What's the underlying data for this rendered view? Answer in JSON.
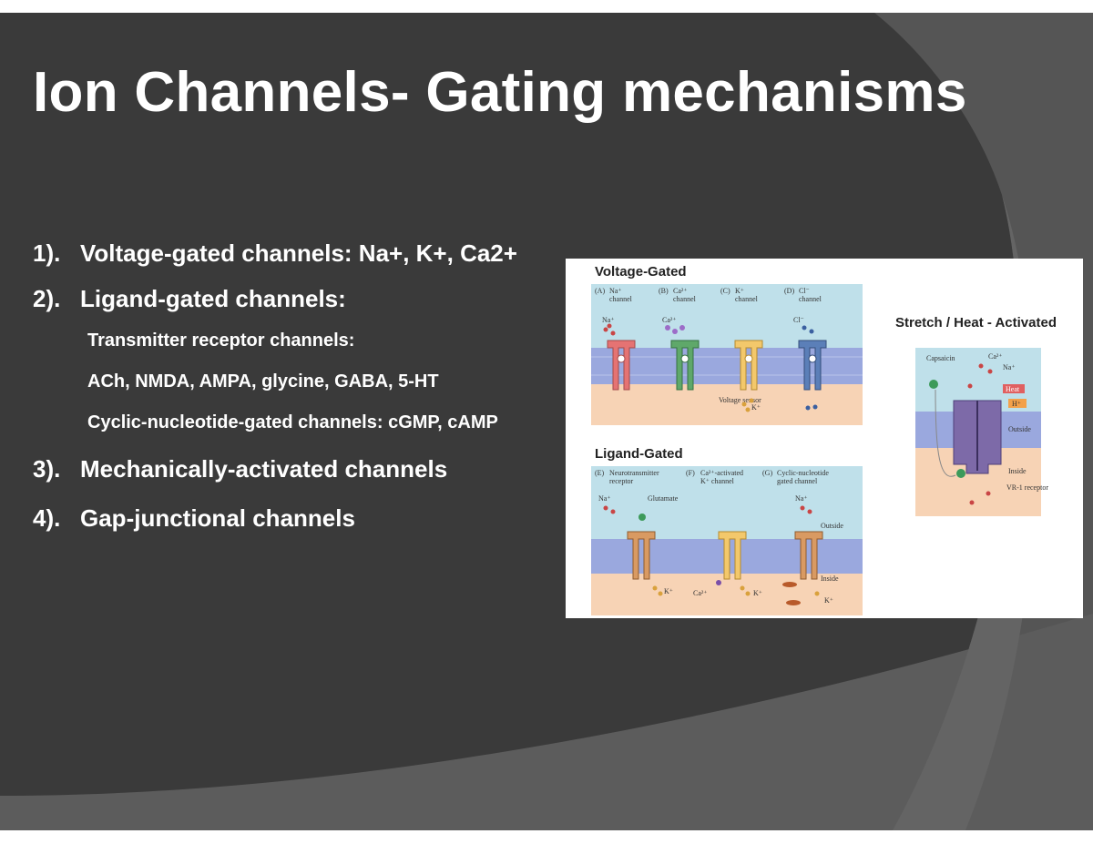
{
  "slide": {
    "title": "Ion Channels- Gating mechanisms",
    "bullets": [
      {
        "num": "1).",
        "text": "Voltage-gated channels: Na+, K+, Ca2+"
      },
      {
        "num": "2).",
        "text": "Ligand-gated channels:"
      },
      {
        "num": "3).",
        "text": "Mechanically-activated channels"
      },
      {
        "num": "4).",
        "text": "Gap-junctional channels"
      }
    ],
    "sub_items": [
      "Transmitter receptor channels:",
      "ACh, NMDA, AMPA, glycine, GABA, 5-HT",
      "Cyclic-nucleotide-gated channels: cGMP, cAMP"
    ]
  },
  "figure": {
    "voltage_gated": {
      "heading": "Voltage-Gated",
      "channels": [
        {
          "letter": "(A)",
          "name": "Na⁺",
          "sub": "channel",
          "ion": "Na⁺",
          "color": "#e57373"
        },
        {
          "letter": "(B)",
          "name": "Ca²⁺",
          "sub": "channel",
          "ion": "Ca²⁺",
          "color": "#5fa86a"
        },
        {
          "letter": "(C)",
          "name": "K⁺",
          "sub": "channel",
          "ion": "",
          "color": "#f3c86b"
        },
        {
          "letter": "(D)",
          "name": "Cl⁻",
          "sub": "channel",
          "ion": "Cl⁻",
          "color": "#5b7fb8"
        }
      ],
      "voltage_sensor": "Voltage sensor",
      "k_label": "K⁺"
    },
    "stretch": {
      "heading": "Stretch / Heat - Activated",
      "capsaicin": "Capsaicin",
      "ca": "Ca²⁺",
      "na": "Na⁺",
      "heat": "Heat",
      "h": "H⁺",
      "outside": "Outside",
      "inside": "Inside",
      "receptor": "VR-1 receptor"
    },
    "ligand_gated": {
      "heading": "Ligand-Gated",
      "channels": [
        {
          "letter": "(E)",
          "name": "Neurotransmitter",
          "sub": "receptor",
          "color": "#d99a62"
        },
        {
          "letter": "(F)",
          "name": "Ca²⁺-activated",
          "sub": "K⁺ channel",
          "color": "#f3c86b"
        },
        {
          "letter": "(G)",
          "name": "Cyclic-nucleotide",
          "sub": "gated channel",
          "color": "#d99a62"
        }
      ],
      "na": "Na⁺",
      "glutamate": "Glutamate",
      "outside": "Outside",
      "inside": "Inside",
      "k": "K⁺",
      "ca": "Ca²⁺"
    }
  },
  "colors": {
    "background": "#3a3a3a",
    "accent_band": "#5c5c5c",
    "title": "#ffffff",
    "panel": "#f7d3b5",
    "membrane": "#9aa8de"
  }
}
